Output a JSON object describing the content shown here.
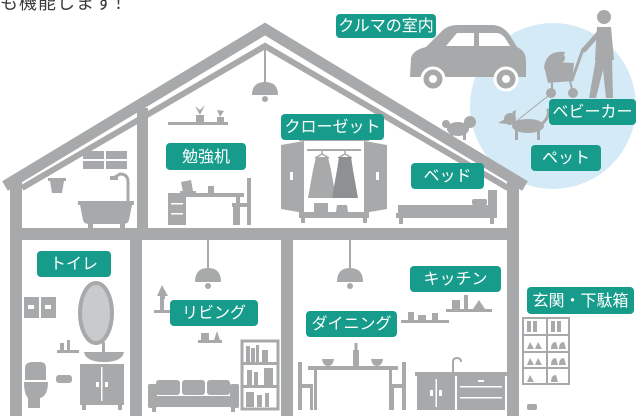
{
  "header": {
    "caption": "も機能します！"
  },
  "labels": {
    "car_interior": "クルマの室内",
    "stroller": "ベビーカー",
    "pet": "ペット",
    "study_desk": "勉強机",
    "closet": "クローゼット",
    "bed": "ベッド",
    "toilet": "トイレ",
    "kitchen": "キッチン",
    "entrance": "玄関・下駄箱",
    "living": "リビング",
    "dining": "ダイニング"
  },
  "colors": {
    "background": "#ffffff",
    "label_bg": "#179c8b",
    "label_text": "#ffffff",
    "illustration": "#a8a9aa",
    "illustration_dark": "#8f9091",
    "highlight_circle": "#d4eaf6"
  },
  "illustrations": [
    "house-icon",
    "car-icon",
    "stroller-icon",
    "person-icon",
    "dog-icon",
    "bathtub-icon",
    "desk-icon",
    "closet-icon",
    "bed-icon",
    "toilet-icon",
    "sofa-icon",
    "bookshelf-icon",
    "dining-table-icon",
    "kitchen-icon",
    "shoe-rack-icon",
    "pendant-lamp-icon"
  ]
}
